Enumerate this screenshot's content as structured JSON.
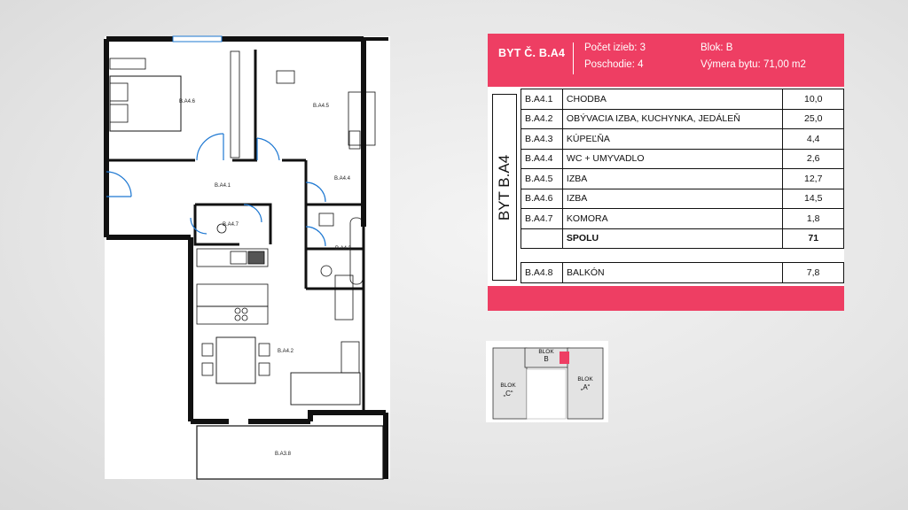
{
  "apartment": {
    "title": "BYT Č. B.A4",
    "rooms_count": "Počet izieb: 3",
    "floor": "Poschodie: 4",
    "block": "Blok: B",
    "area": "Výmera bytu: 71,00 m2",
    "side_label": "BYT B.A4"
  },
  "rooms": [
    {
      "code": "B.A4.1",
      "name": "CHODBA",
      "area": "10,0"
    },
    {
      "code": "B.A4.2",
      "name": "OBÝVACIA IZBA, KUCHYNKA, JEDÁLEŇ",
      "area": "25,0"
    },
    {
      "code": "B.A4.3",
      "name": "KÚPEĽŇA",
      "area": "4,4"
    },
    {
      "code": "B.A4.4",
      "name": "WC + UMYVADLO",
      "area": "2,6"
    },
    {
      "code": "B.A4.5",
      "name": "IZBA",
      "area": "12,7"
    },
    {
      "code": "B.A4.6",
      "name": "IZBA",
      "area": "14,5"
    },
    {
      "code": "B.A4.7",
      "name": "KOMORA",
      "area": "1,8"
    }
  ],
  "total": {
    "label": "SPOLU",
    "area": "71"
  },
  "balcony": {
    "code": "B.A4.8",
    "name": "BALKÓN",
    "area": "7,8"
  },
  "plan_labels": {
    "r1": "B.A4.1",
    "r2": "B.A4.2",
    "r3": "B.A4.3",
    "r4": "B.A4.4",
    "r5": "B.A4.5",
    "r6": "B.A4.6",
    "r7": "B.A4.7",
    "r8": "B.A3.8"
  },
  "minimap": {
    "blok_b_line1": "BLOK",
    "blok_b_line2": "B",
    "blok_a_line1": "BLOK",
    "blok_a_line2": "„A“",
    "blok_c_line1": "BLOK",
    "blok_c_line2": "„C“"
  },
  "colors": {
    "accent": "#ee3e63",
    "door": "#1e78d2"
  }
}
